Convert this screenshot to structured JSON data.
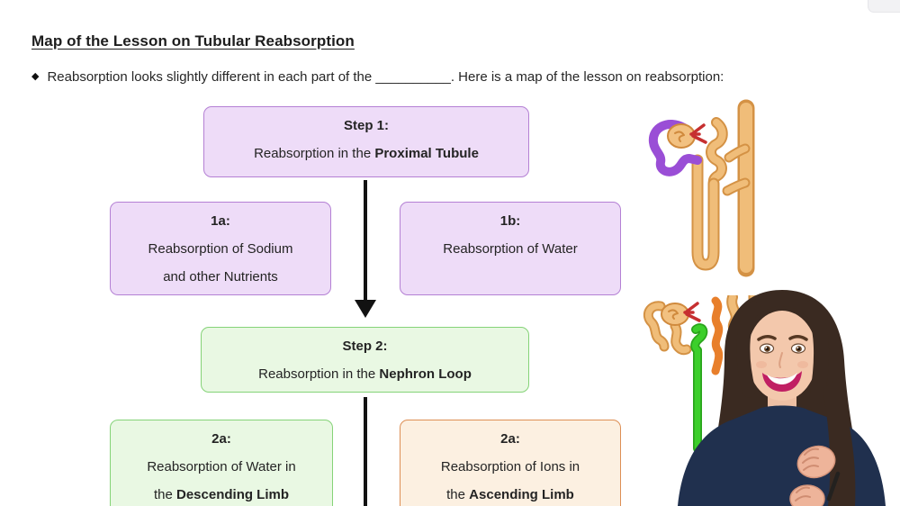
{
  "slide": {
    "title": "Map of the Lesson on Tubular Reabsorption",
    "bullet_glyph": "◆",
    "bullet_text": "Reabsorption looks slightly different in each part of the __________. Here is a map of the lesson on reabsorption:"
  },
  "flowchart": {
    "step1": {
      "heading": "Step 1:",
      "body_prefix": "Reabsorption in the ",
      "body_bold": "Proximal Tubule"
    },
    "box_1a": {
      "heading": "1a:",
      "line1": "Reabsorption of Sodium",
      "line2": "and other Nutrients"
    },
    "box_1b": {
      "heading": "1b:",
      "line1": "Reabsorption of Water"
    },
    "step2": {
      "heading": "Step 2:",
      "body_prefix": "Reabsorption in the ",
      "body_bold": "Nephron Loop"
    },
    "box_2a_water": {
      "heading": "2a:",
      "line1": "Reabsorption of Water in",
      "line2_prefix": "the ",
      "line2_bold": "Descending Limb"
    },
    "box_2a_ions": {
      "heading": "2a:",
      "line1": "Reabsorption of Ions in",
      "line2_prefix": "the ",
      "line2_bold": "Ascending Limb"
    }
  },
  "colors": {
    "purple_fill": "#eedcf8",
    "purple_border": "#b480d4",
    "green_fill": "#e9f8e3",
    "green_border": "#85d378",
    "orange_fill": "#fcf0e1",
    "orange_border": "#dd8f55",
    "arrow": "#121212",
    "text": "#242424",
    "nephron_tube": "#f0bd79",
    "nephron_tube_edge": "#d49245",
    "proximal_highlight": "#9a4ed6",
    "descending_highlight": "#3ccf2b",
    "ascending_highlight": "#e87f2b",
    "vessel_red": "#c62f30"
  },
  "icons": {
    "nephron_top": "nephron-proximal-tubule-highlighted-illustration",
    "nephron_bottom": "nephron-loop-highlighted-illustration",
    "presenter": "presenter-webcam-figure"
  }
}
